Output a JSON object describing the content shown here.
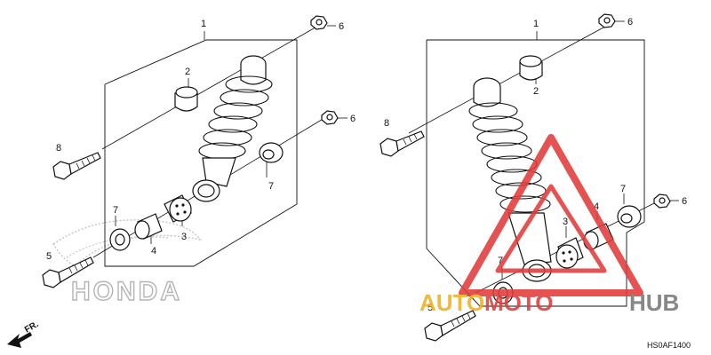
{
  "callouts": {
    "left": {
      "p1": "1",
      "p2": "2",
      "p3": "3",
      "p4": "4",
      "p5": "5",
      "p6a": "6",
      "p6b": "6",
      "p7a": "7",
      "p7b": "7",
      "p8": "8"
    },
    "right": {
      "p1": "1",
      "p2": "2",
      "p3": "3",
      "p4": "4",
      "p5": "5",
      "p6a": "6",
      "p6b": "6",
      "p7a": "7",
      "p7b": "7",
      "p8": "8"
    }
  },
  "diagram_code": "HS0AF1400",
  "direction_label": "FR.",
  "logo_text": "HONDA",
  "watermark": {
    "part_a": "AUTO",
    "part_b": "MOTO",
    "part_c": "HUB",
    "color_a": "#f0b020",
    "color_b": "#e23b3b",
    "color_c": "#777777"
  }
}
